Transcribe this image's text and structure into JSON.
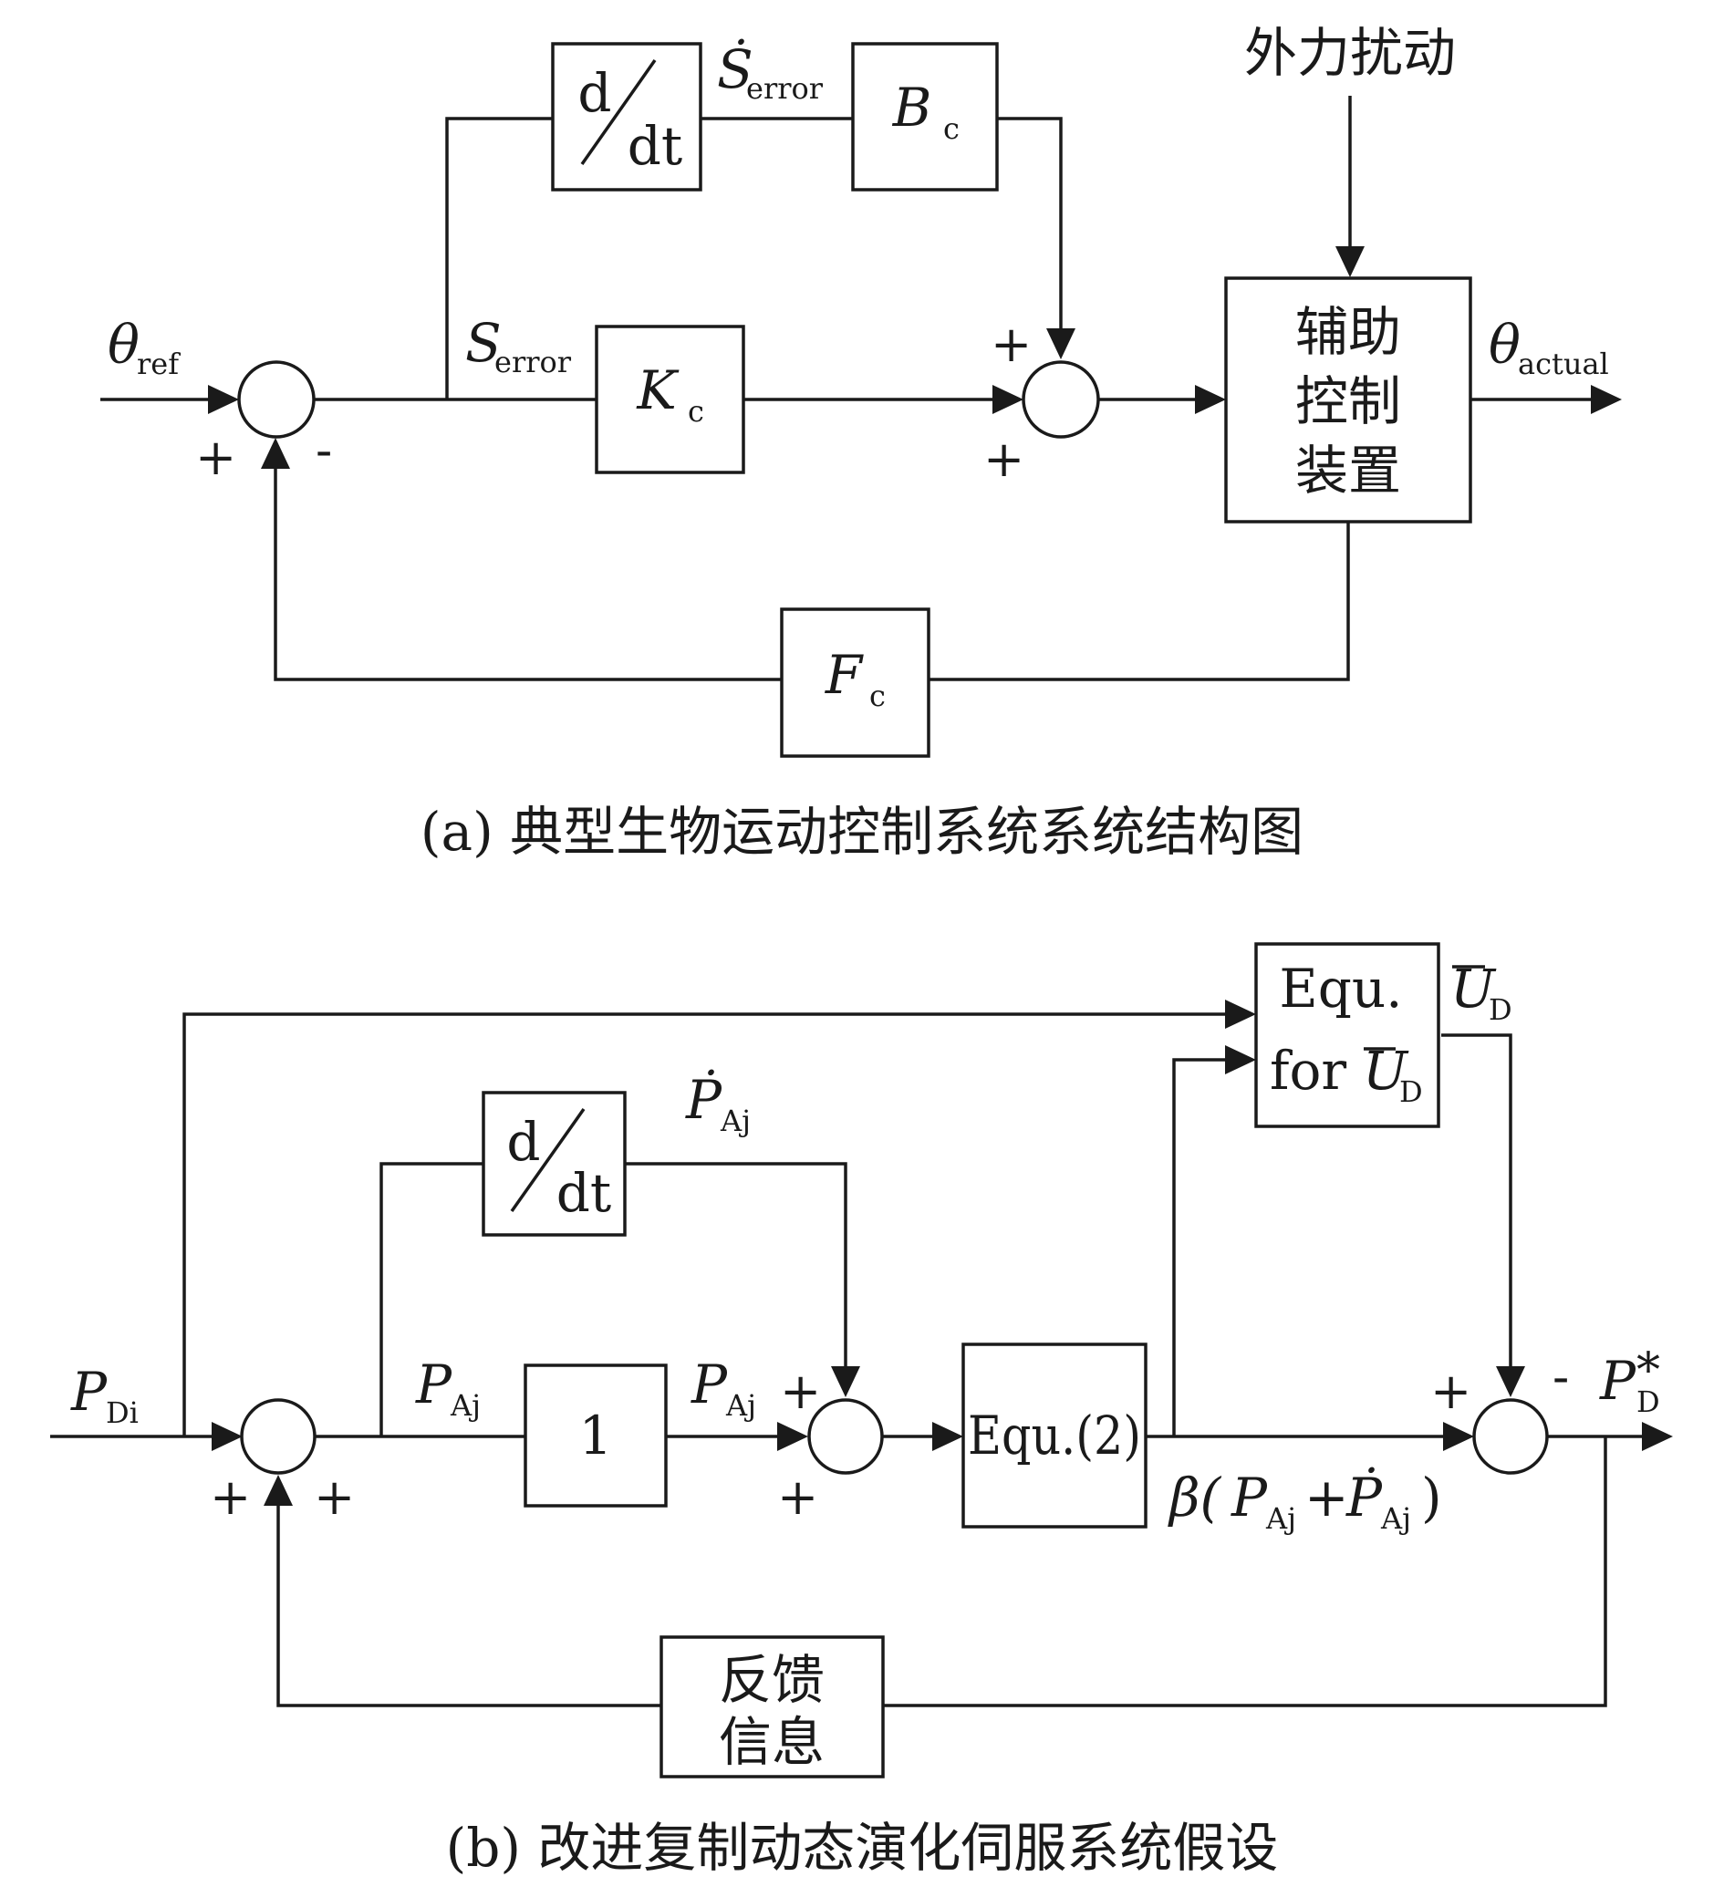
{
  "diagram_a": {
    "caption": "(a) 典型生物运动控制系统系统结构图",
    "disturbance": "外力扰动",
    "theta_ref": {
      "main": "θ",
      "sub": "ref"
    },
    "theta_actual": {
      "main": "θ",
      "sub": "actual"
    },
    "s_error": {
      "main": "S",
      "sub": "error"
    },
    "s_error_dot": {
      "main": "Ṡ",
      "sub": "error"
    },
    "deriv_block": {
      "num": "d",
      "den": "dt"
    },
    "bc_block": {
      "main": "B",
      "sub": "c"
    },
    "kc_block": {
      "main": "K",
      "sub": "c"
    },
    "fc_block": {
      "main": "F",
      "sub": "c"
    },
    "aux_device": {
      "line1": "辅助",
      "line2": "控制",
      "line3": "装置"
    },
    "signs": {
      "sum1_left": "+",
      "sum1_bottom": "-",
      "sum2_top": "+",
      "sum2_bottom": "+"
    }
  },
  "diagram_b": {
    "caption": "(b) 改进复制动态演化伺服系统假设",
    "p_di": {
      "main": "P",
      "sub": "Di"
    },
    "p_aj_1": {
      "main": "P",
      "sub": "Aj"
    },
    "p_aj_2": {
      "main": "P",
      "sub": "Aj"
    },
    "p_aj_dot": {
      "main": "Ṗ",
      "sub": "Aj"
    },
    "deriv_block": {
      "num": "d",
      "den": "dt"
    },
    "one_block": "1",
    "equ2_block": "Equ.(2)",
    "equ_ud_block": {
      "line1": "Equ.",
      "line2_prefix": "for ",
      "line2_main": "U",
      "line2_sub": "D"
    },
    "u_d_bar": {
      "main": "U",
      "sub": "D"
    },
    "p_d_star": {
      "main": "P",
      "sub": "D",
      "sup": "*"
    },
    "beta_expr": {
      "prefix": "β(",
      "p1": "P",
      "p1_sub": "Aj",
      "plus": "+",
      "p2": "Ṗ",
      "p2_sub": "Aj",
      "suffix": ")"
    },
    "feedback_block": {
      "line1": "反馈",
      "line2": "信息"
    },
    "signs": {
      "sum1_bottom_left": "+",
      "sum1_bottom_right": "+",
      "sum2_top": "+",
      "sum2_bottom": "+",
      "sum3_left": "+",
      "sum3_right": "-"
    }
  }
}
